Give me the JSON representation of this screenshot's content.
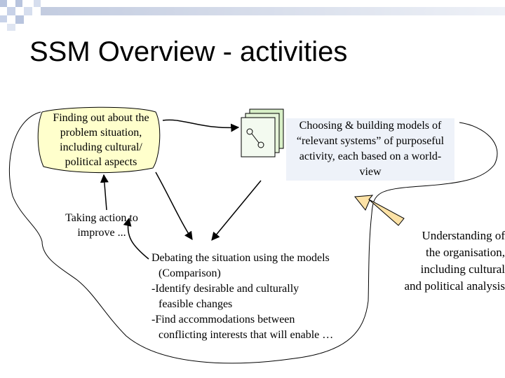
{
  "title": "SSM Overview - activities",
  "finding_out": [
    "Finding out about the",
    "problem situation,",
    "including cultural/",
    "political aspects"
  ],
  "choosing": [
    "Choosing & building models of",
    "“relevant systems” of purposeful",
    "activity, each based on a world-",
    "view"
  ],
  "taking_action": [
    "Taking action to",
    "improve ..."
  ],
  "debating": [
    "Debating the situation using the models",
    "(Comparison)",
    "-Identify desirable and culturally",
    "feasible changes",
    "-Find accommodations between",
    "conflicting interests that will enable …"
  ],
  "understanding": [
    "Understanding of",
    "the organisation,",
    "including cultural",
    "and political analysis"
  ],
  "colors": {
    "deco_square": "#b8c4de",
    "deco_bar": "#c8d0e2",
    "blob_fill": "#ffffcc",
    "model_fill": "#d9f0c8",
    "choosing_bg": "#eef2f9",
    "big_arrow": "#fde2a6"
  }
}
